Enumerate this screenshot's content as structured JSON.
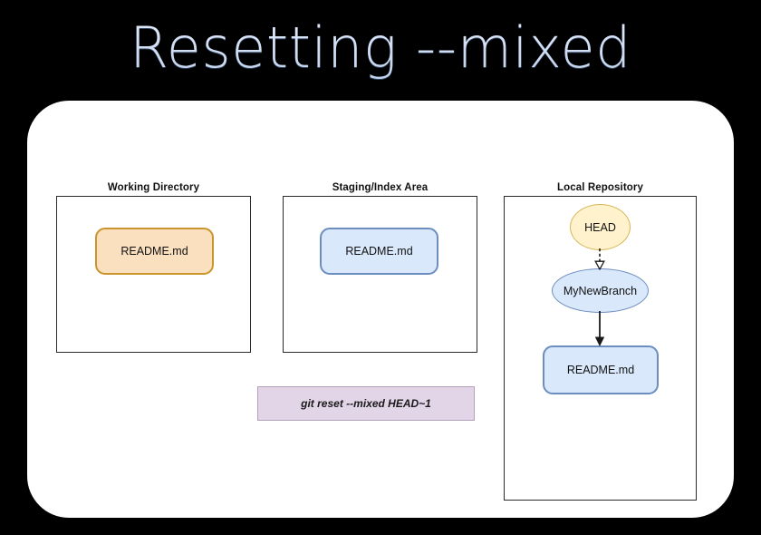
{
  "slide": {
    "title": "Resetting --mixed",
    "background_color": "#000000",
    "card_color": "#ffffff",
    "title_color": "#cfddf3"
  },
  "panels": [
    {
      "id": "working-directory",
      "caption": "Working Directory",
      "nodes": [
        {
          "id": "file-working",
          "label": "README.md",
          "shape": "rounded-rect",
          "fill": "#fbe0c0",
          "stroke": "#c9952c"
        }
      ]
    },
    {
      "id": "staging-index-area",
      "caption": "Staging/Index Area",
      "nodes": [
        {
          "id": "file-staging",
          "label": "README.md",
          "shape": "rounded-rect",
          "fill": "#dae8fc",
          "stroke": "#6c8ebf"
        }
      ]
    },
    {
      "id": "local-repository",
      "caption": "Local Repository",
      "nodes": [
        {
          "id": "node-head",
          "label": "HEAD",
          "shape": "ellipse",
          "fill": "#fff2cc",
          "stroke": "#d6b656"
        },
        {
          "id": "node-branch",
          "label": "MyNewBranch",
          "shape": "ellipse",
          "fill": "#dae8fc",
          "stroke": "#6c8ebf"
        },
        {
          "id": "file-repo",
          "label": "README.md",
          "shape": "rounded-rect",
          "fill": "#dae8fc",
          "stroke": "#6c8ebf"
        }
      ],
      "edges": [
        {
          "id": "edge-head-branch",
          "from": "HEAD",
          "to": "MyNewBranch",
          "style": "dashed",
          "arrowhead": "open-triangle"
        },
        {
          "id": "edge-branch-file",
          "from": "MyNewBranch",
          "to": "README.md",
          "style": "solid",
          "arrowhead": "filled-triangle"
        }
      ]
    }
  ],
  "command": {
    "text": "git reset --mixed HEAD~1",
    "fill": "#e1d5e7",
    "stroke": "#b3a0ba"
  }
}
